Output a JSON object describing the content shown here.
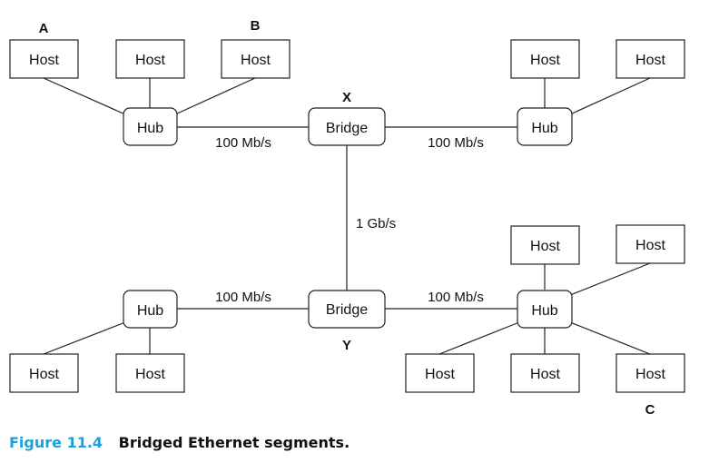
{
  "colors": {
    "line": "#222222",
    "box": "#ffffff",
    "caption_number": "#1aa1d8"
  },
  "labels": {
    "host": "Host",
    "hub": "Hub",
    "bridge": "Bridge"
  },
  "markers": {
    "a": "A",
    "b": "B",
    "c": "C",
    "x": "X",
    "y": "Y"
  },
  "links": {
    "hub_bridge_speed": "100 Mb/s",
    "bridge_bridge_speed": "1 Gb/s"
  },
  "caption": {
    "number": "Figure 11.4",
    "title": "Bridged Ethernet segments."
  }
}
